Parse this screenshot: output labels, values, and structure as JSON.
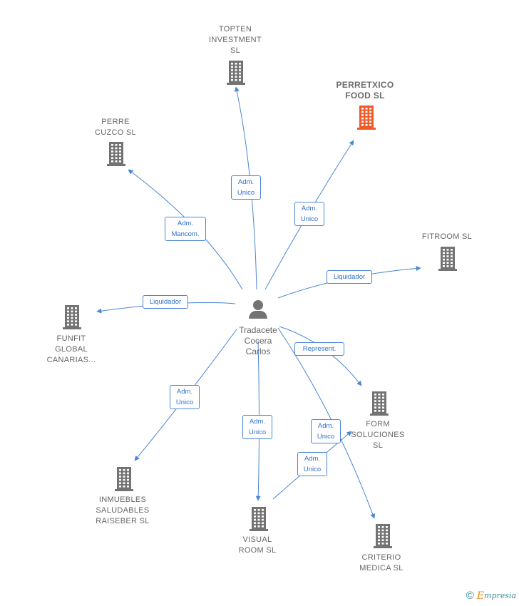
{
  "center": {
    "label": "Tradacete\nCocera\nCarlos"
  },
  "companies": [
    {
      "id": "topten",
      "label": "TOPTEN\nINVESTMENT\nSL",
      "highlight": false
    },
    {
      "id": "perretxico",
      "label": "PERRETXICO\nFOOD  SL",
      "highlight": true
    },
    {
      "id": "perrecuzco",
      "label": "PERRE\nCUZCO  SL",
      "highlight": false
    },
    {
      "id": "fitroom",
      "label": "FITROOM  SL",
      "highlight": false
    },
    {
      "id": "funfit",
      "label": "FUNFIT\nGLOBAL\nCANARIAS...",
      "highlight": false
    },
    {
      "id": "form",
      "label": "FORM\nSOLUCIONES\nSL",
      "highlight": false
    },
    {
      "id": "inmuebles",
      "label": "INMUEBLES\nSALUDABLES\nRAISEBER  SL",
      "highlight": false
    },
    {
      "id": "visual",
      "label": "VISUAL\nROOM SL",
      "highlight": false
    },
    {
      "id": "criterio",
      "label": "CRITERIO\nMEDICA SL",
      "highlight": false
    }
  ],
  "edges": [
    {
      "to": "topten",
      "label": "Adm.\nUnico"
    },
    {
      "to": "perretxico",
      "label": "Adm.\nUnico"
    },
    {
      "to": "perrecuzco",
      "label": "Adm.\nMancom."
    },
    {
      "to": "fitroom",
      "label": "Liquidador"
    },
    {
      "to": "funfit",
      "label": "Liquidador"
    },
    {
      "to": "form",
      "label": "Represent."
    },
    {
      "to": "inmuebles",
      "label": "Adm.\nUnico"
    },
    {
      "to": "visual",
      "label": "Adm.\nUnico"
    },
    {
      "to": "criterio",
      "label": "Adm.\nUnico"
    },
    {
      "from": "visual",
      "to": "form",
      "label": "Adm.\nUnico"
    }
  ],
  "colors": {
    "edge": "#4a86d4",
    "building": "#737373",
    "highlight_building": "#f05a28"
  },
  "footer": {
    "copyright": "©",
    "brand_initial": "E",
    "brand_rest": "mpresia"
  }
}
